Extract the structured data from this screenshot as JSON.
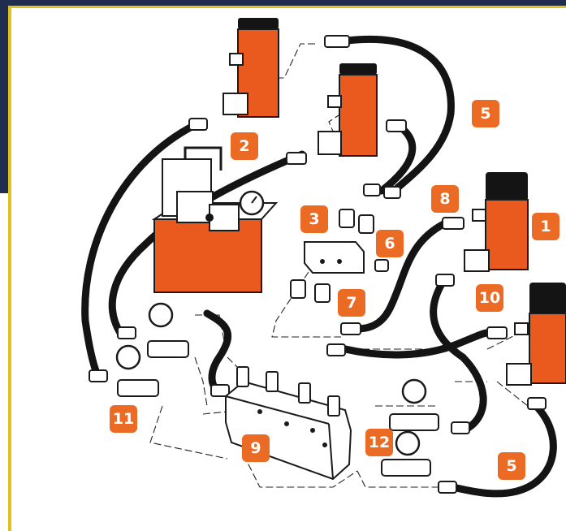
{
  "colors": {
    "frame_navy": "#1f2d4e",
    "frame_gold": "#e0c21a",
    "badge_orange": "#ec6b24",
    "cylinder_orange": "#ea5a1f",
    "hose_black": "#141414",
    "outline": "#1a1a1a"
  },
  "labels": [
    {
      "id": "1",
      "text": "1"
    },
    {
      "id": "2",
      "text": "2"
    },
    {
      "id": "3",
      "text": "3"
    },
    {
      "id": "5a",
      "text": "5"
    },
    {
      "id": "5b",
      "text": "5"
    },
    {
      "id": "6",
      "text": "6"
    },
    {
      "id": "7",
      "text": "7"
    },
    {
      "id": "8",
      "text": "8"
    },
    {
      "id": "9",
      "text": "9"
    },
    {
      "id": "10",
      "text": "10"
    },
    {
      "id": "11",
      "text": "11"
    },
    {
      "id": "12",
      "text": "12"
    }
  ],
  "components": [
    "hydraulic-cylinder",
    "hydraulic-cylinder",
    "hydraulic-cylinder",
    "hydraulic-cylinder",
    "electric-hydraulic-pump",
    "pressure-gauge",
    "manifold-block",
    "valve-manifold",
    "hydraulic-hose",
    "coupler",
    "needle-valve",
    "gauge-adaptor"
  ]
}
